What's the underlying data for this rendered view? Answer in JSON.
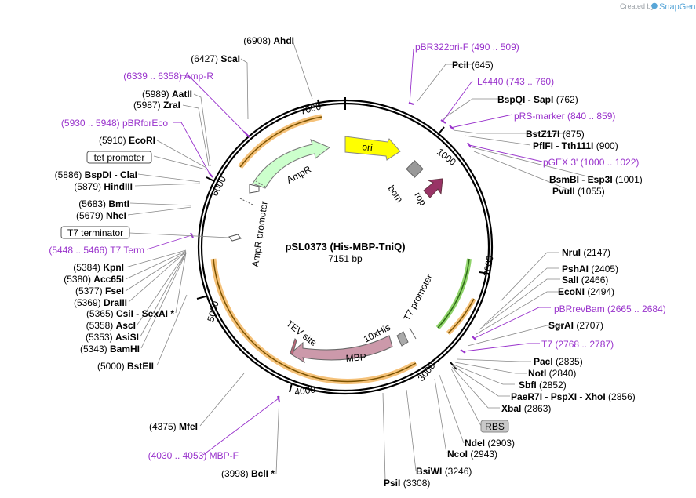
{
  "header": {
    "credit": "Created by",
    "brand": "SnapGene"
  },
  "plasmid": {
    "name": "pSL0373 (His-MBP-TniQ)",
    "length": "7151 bp"
  },
  "ticks": [
    "1000",
    "2000",
    "3000",
    "4000",
    "5000",
    "6000",
    "7000"
  ],
  "features": {
    "ori": "ori",
    "bom": "bom",
    "rop": "rop",
    "ampr": "AmpR",
    "ampr_promoter": "AmpR promoter",
    "t7_promoter": "T7 promoter",
    "his": "10xHis",
    "tev": "TEV site",
    "mbp": "MBP"
  },
  "boxed": {
    "tet_promoter": "tet promoter",
    "t7_terminator": "T7 terminator",
    "rbs": "RBS"
  },
  "sites": [
    {
      "name": "AhdI",
      "pos": "(6908)"
    },
    {
      "name": "ScaI",
      "pos": "(6427)"
    },
    {
      "name": "AatII",
      "pos": "(5989)"
    },
    {
      "name": "ZraI",
      "pos": "(5987)"
    },
    {
      "name": "EcoRI",
      "pos": "(5910)"
    },
    {
      "name": "BspDI  -  ClaI",
      "pos": "(5886)"
    },
    {
      "name": "HindIII",
      "pos": "(5879)"
    },
    {
      "name": "BmtI",
      "pos": "(5683)"
    },
    {
      "name": "NheI",
      "pos": "(5679)"
    },
    {
      "name": "KpnI",
      "pos": "(5384)"
    },
    {
      "name": "Acc65I",
      "pos": "(5380)"
    },
    {
      "name": "FseI",
      "pos": "(5377)"
    },
    {
      "name": "DraIII",
      "pos": "(5369)"
    },
    {
      "name": "CsiI  -  SexAI *",
      "pos": "(5365)"
    },
    {
      "name": "AscI",
      "pos": "(5358)"
    },
    {
      "name": "AsiSI",
      "pos": "(5353)"
    },
    {
      "name": "BamHI",
      "pos": "(5343)"
    },
    {
      "name": "BstEII",
      "pos": "(5000)"
    },
    {
      "name": "MfeI",
      "pos": "(4375)"
    },
    {
      "name": "BclI *",
      "pos": "(3998)"
    },
    {
      "name": "PciI",
      "pos": "(645)"
    },
    {
      "name": "BspQI  -  SapI",
      "pos": "(762)"
    },
    {
      "name": "BstZ17I",
      "pos": "(875)"
    },
    {
      "name": "PflFI  -  Tth111I",
      "pos": "(900)"
    },
    {
      "name": "BsmBI  -  Esp3I",
      "pos": "(1001)"
    },
    {
      "name": "PvuII",
      "pos": "(1055)"
    },
    {
      "name": "NruI",
      "pos": "(2147)"
    },
    {
      "name": "PshAI",
      "pos": "(2405)"
    },
    {
      "name": "SalI",
      "pos": "(2466)"
    },
    {
      "name": "EcoNI",
      "pos": "(2494)"
    },
    {
      "name": "SgrAI",
      "pos": "(2707)"
    },
    {
      "name": "PacI",
      "pos": "(2835)"
    },
    {
      "name": "NotI",
      "pos": "(2840)"
    },
    {
      "name": "SbfI",
      "pos": "(2852)"
    },
    {
      "name": "PaeR7I  -  PspXI  -  XhoI",
      "pos": "(2856)"
    },
    {
      "name": "XbaI",
      "pos": "(2863)"
    },
    {
      "name": "NdeI",
      "pos": "(2903)"
    },
    {
      "name": "NcoI",
      "pos": "(2943)"
    },
    {
      "name": "BsiWI",
      "pos": "(3246)"
    },
    {
      "name": "PsiI",
      "pos": "(3308)"
    }
  ],
  "primers": [
    {
      "name": "Amp-R",
      "range": "(6339 .. 6358)"
    },
    {
      "name": "pBRforEco",
      "range": "(5930 .. 5948)"
    },
    {
      "name": "T7 Term",
      "range": "(5448 .. 5466)"
    },
    {
      "name": "MBP-F",
      "range": "(4030 .. 4053)"
    },
    {
      "name": "pBR322ori-F",
      "range": "(490 .. 509)"
    },
    {
      "name": "L4440",
      "range": "(743 .. 760)"
    },
    {
      "name": "pRS-marker",
      "range": "(840 .. 859)"
    },
    {
      "name": "pGEX 3'",
      "range": "(1000 .. 1022)"
    },
    {
      "name": "pBRrevBam",
      "range": "(2665 .. 2684)"
    },
    {
      "name": "T7",
      "range": "(2768 .. 2787)"
    }
  ],
  "colors": {
    "ori": "#ffff00",
    "ampr": "#ccffcc",
    "rop": "#993366",
    "bom": "#999999",
    "mbp": "#cc99aa",
    "primer": "#9933cc",
    "orf_orange": "#f5c27a",
    "orf_green": "#8fd36a"
  }
}
